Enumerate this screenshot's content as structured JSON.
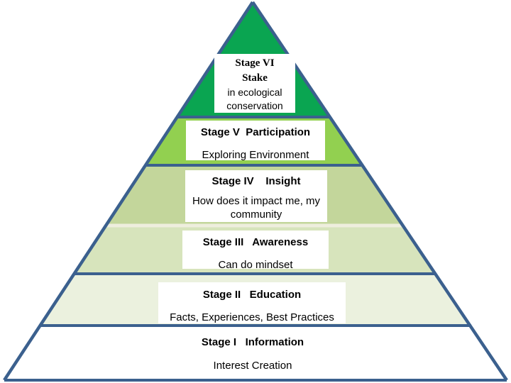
{
  "diagram": {
    "type": "pyramid",
    "levels": 6,
    "subject": "stages of engagement in ecological conservation"
  },
  "colors": {
    "border": "#3b608e",
    "separator_light": "#eeeedd",
    "background": "#ffffff",
    "label_box_background": "#ffffff",
    "text": "#000000"
  },
  "stages": [
    {
      "stage_number": "VI",
      "title_line1": "Stage VI",
      "title_line2": "Stake",
      "description": "in ecological conservation",
      "fill": "#0aa551"
    },
    {
      "stage_number": "V",
      "title": "Stage V  Participation",
      "description": "Exploring Environment",
      "fill": "#92d050"
    },
    {
      "stage_number": "IV",
      "title": "Stage IV    Insight",
      "description": "How does it impact me, my community",
      "fill": "#c3d69b"
    },
    {
      "stage_number": "III",
      "title": "Stage III   Awareness",
      "description": "Can do mindset",
      "fill": "#d7e4bc"
    },
    {
      "stage_number": "II",
      "title": "Stage II   Education",
      "description": "Facts, Experiences, Best Practices",
      "fill": "#ebf1de"
    },
    {
      "stage_number": "I",
      "title": "Stage I   Information",
      "description": "Interest Creation",
      "fill": "#ffffff"
    }
  ]
}
